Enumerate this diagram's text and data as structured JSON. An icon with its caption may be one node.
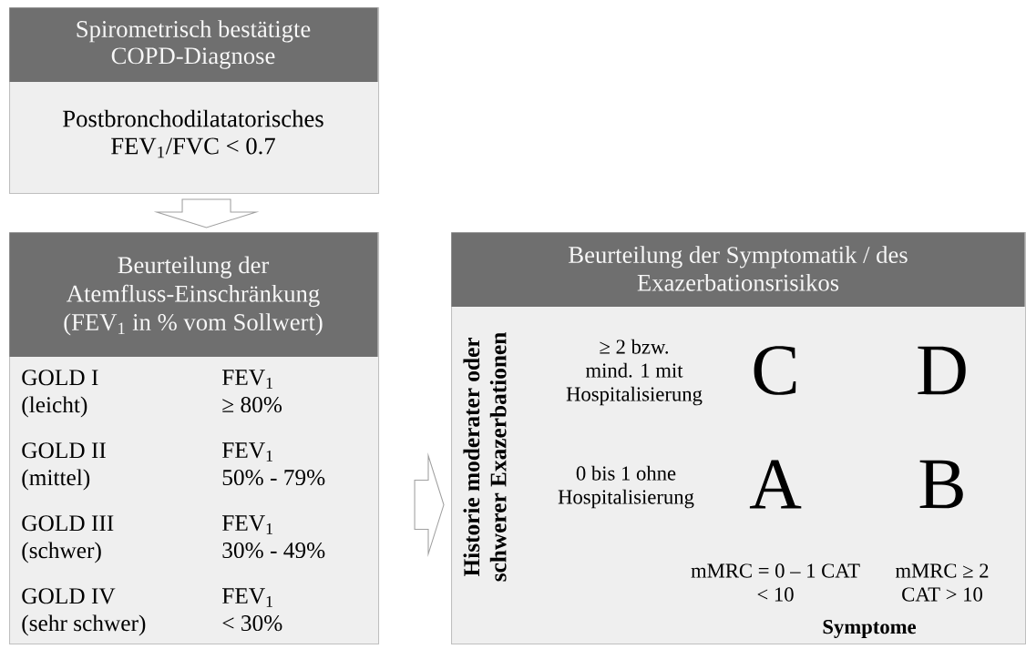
{
  "diagram": {
    "nodes": [
      {
        "text": [
          "Spirometrisch bestätigte COPD-Diagnose",
          "Postbronchodilatatorisches FEV$_{1}$/FVC < 0.7"
        ]
      },
      {
        "text": [
          "Beurteilung der Atemfluss-Einschränkung (FEV$_{1}$ in % vom Sollwert)",
          "GOLD I (leicht)",
          "FEV$_{1}$ ≥ 80%",
          "GOLD II (mittel)",
          "FEV$_{1}$ 50% - 79%",
          "GOLD III (schwer)",
          "FEV$_{1}$ 30% - 49%",
          "GOLD IV (sehr schwer)",
          "FEV$_{1}$ < 30%"
        ]
      },
      {
        "text": [
          "Beurteilung der Symptomatik / des Exazerbationsrisikos",
          "Historie moderater oder schwerer Exazerbationen",
          "≥ 2 bzw. mind. 1 mit Hospitalisierung",
          "C",
          "D",
          "0 bis 1 ohne Hospitalisierung",
          "A",
          "B",
          "mMRC = 0 – 1 CAT < 10",
          "mMRC ≥ 2 CAT > 10",
          "Symptome"
        ]
      }
    ],
    "edges": [
      {
        "from": 0,
        "to": 1,
        "arrow": "to"
      },
      {
        "from": 1,
        "to": 2,
        "arrow": "to"
      }
    ]
  }
}
